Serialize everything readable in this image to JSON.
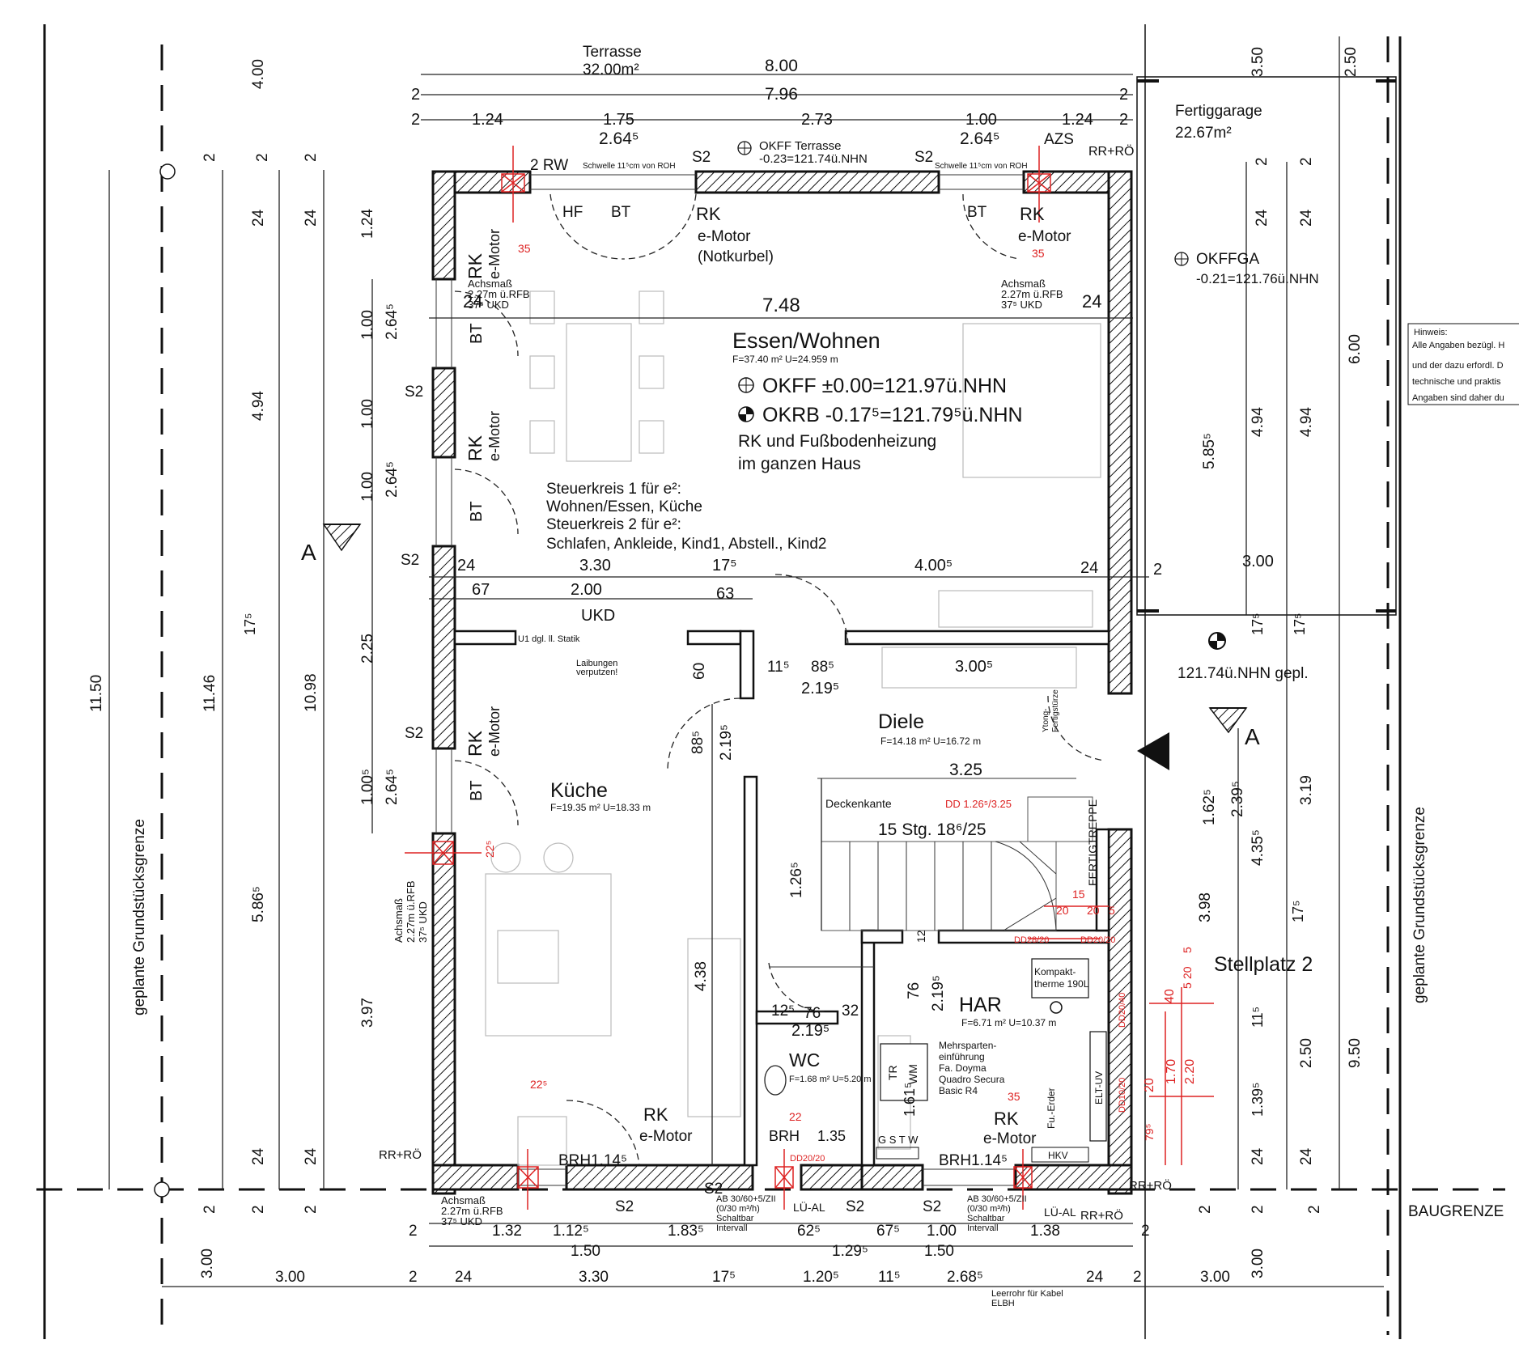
{
  "top": {
    "terrace_label": "Terrasse",
    "terrace_area": "32.00m²",
    "width_total": "8.00",
    "width_inner": "7.96",
    "edge_2a": "2",
    "edge_2b": "2",
    "seg": [
      "1.24",
      "1.75",
      "2.73",
      "1.00",
      "1.24"
    ],
    "sub": [
      "2.64⁵",
      "2.64⁵"
    ],
    "s2": "S2",
    "rw": "2 RW",
    "azs": "AZS",
    "rr_ro": "RR+RÖ",
    "okff_terrasse": "OKFF Terrasse",
    "okff_terrasse_val": "-0.23=121.74ü.NHN",
    "schwelle": "Schwelle 11⁵cm von ROH",
    "e2": "e²"
  },
  "garage": {
    "label": "Fertiggarage",
    "area": "22.67m²",
    "okffga": "OKFFGA",
    "okffga_val": "-0.21=121.76ü.NHN",
    "dim_350": "3.50",
    "dim_250": "2.50",
    "dim_600": "6.00",
    "dim_585": "5.85⁵",
    "dim_494a": "4.94",
    "dim_494b": "4.94",
    "dim_2": "2",
    "dim_24": "24",
    "dim_300": "3.00",
    "dim_175": "17⁵"
  },
  "hinweis": {
    "title": "Hinweis:",
    "lines": [
      "Alle Angaben bezügl. H",
      "und der dazu erfordl. D",
      "technische und praktis",
      "Angaben sind daher du"
    ]
  },
  "rooms": {
    "essen": {
      "name": "Essen/Wohnen",
      "area": "F=37.40 m² U=24.959 m",
      "okff": "OKFF ±0.00=121.97ü.NHN",
      "okrb": "OKRB -0.17⁵=121.79⁵ü.NHN",
      "rk1": "RK und Fußbodenheizung",
      "rk2": "im ganzen Haus"
    },
    "steuer": [
      "Steuerkreis 1 für e²:",
      "Wohnen/Essen, Küche",
      "Steuerkreis 2 für e²:",
      "Schlafen, Ankleide, Kind1, Abstell., Kind2"
    ],
    "kueche": {
      "name": "Küche",
      "area": "F=19.35 m² U=18.33 m"
    },
    "diele": {
      "name": "Diele",
      "area": "F=14.18 m² U=16.72 m"
    },
    "har": {
      "name": "HAR",
      "area": "F=6.71 m² U=10.37 m"
    },
    "wc": {
      "name": "WC",
      "area": "F=1.68 m² U=5.20 m"
    }
  },
  "labels": {
    "rk": "RK",
    "emotor": "e-Motor",
    "notkurbel": "(Notkurbel)",
    "hf": "HF",
    "bt": "BT",
    "achsmass": "Achsmaß",
    "achsmass_v1": "2.27m ü.RFB",
    "achsmass_v2": "37⁵ UKD",
    "ukd": "UKD",
    "u1": "U1 dgl. ll. Statik",
    "laibungen1": "Laibungen",
    "laibungen2": "verputzen!",
    "ytong1": "Ytong-",
    "ytong2": "Fertigstürze",
    "deckenkante": "Deckenkante",
    "dd1": "DD 1.26⁵/3.25",
    "stg": "15 Stg. 18⁶/25",
    "fertigtreppe": "FERTIGTREPPE",
    "kompakt1": "Kompakt-",
    "kompakt2": "therme 190L",
    "mehrsparten": [
      "Mehrsparten-",
      "einführung",
      "Fa. Doyma",
      "Quadro Secura",
      "Basic R4"
    ],
    "trwm1": "TR",
    "trwm2": "WM",
    "gstw": "G S T W",
    "elt": "ELT-UV",
    "fu": "Fu.-Erder",
    "hkv": "HKV",
    "brh1": "BRH1.14⁵",
    "brh2": "BRH",
    "brh2v": "1.35",
    "brh3": "BRH1.14⁵",
    "ab1": [
      "AB 30/60+5/ZII",
      "(0/30 m³/h)",
      "Schaltbar",
      "Intervall"
    ],
    "lueal": "LÜ-AL",
    "dd2020": "DD20/20",
    "dd2820": "DD28/20",
    "dd2040": "DD20/40",
    "dd1020": "DD10/20",
    "stellplatz": "Stellplatz 2",
    "gepl": "121.74ü.NHN gepl.",
    "grenze": "geplante Grundstücksgrenze",
    "baugrenze": "BAUGRENZE",
    "section": "A",
    "leerrohr1": "Leerrohr für Kabel",
    "leerrohr2": "ELBH"
  },
  "dims": {
    "d748": "7.48",
    "d24": "24",
    "d330": "3.30",
    "d175": "17⁵",
    "d4005": "4.00⁵",
    "d67": "67",
    "d200": "2.00",
    "d63": "63",
    "d60": "60",
    "d115": "11⁵",
    "d885": "88⁵",
    "d2195": "2.19⁵",
    "d3005": "3.00⁵",
    "d325": "3.25",
    "d1265": "1.26⁵",
    "d438": "4.38",
    "d125": "12⁵",
    "d76": "76",
    "d32": "32",
    "d161": "1.61⁵",
    "d35": "35",
    "d225": "22⁵",
    "d22": "22",
    "d15": "15",
    "d20": "20",
    "d5": "5",
    "d12": "12",
    "left": [
      "4.00",
      "1.24",
      "1.00",
      "2.64⁵",
      "1.00",
      "1.00",
      "2.64⁵",
      "4.94",
      "2.25",
      "1.00⁵",
      "2.64⁵",
      "5.86⁵",
      "3.97",
      "10.98",
      "11.46",
      "11.50",
      "17⁵",
      "24",
      "2",
      "3.00"
    ],
    "right": [
      "1.62⁵",
      "2.39⁵",
      "3.19",
      "4.35⁵",
      "3.98",
      "17⁵",
      "11⁵",
      "1.39⁵",
      "2.50",
      "9.50",
      "1.70",
      "2.20",
      "40",
      "20",
      "79⁵",
      "5",
      "20",
      "5"
    ],
    "bottom1": [
      "1.32",
      "1.12⁵",
      "1.83⁵",
      "62⁵",
      "67⁵",
      "1.00",
      "1.38"
    ],
    "bottom2": [
      "1.50",
      "1.29⁵",
      "1.50"
    ],
    "bottom3": [
      "3.00",
      "2",
      "24",
      "3.30",
      "17⁵",
      "1.20⁵",
      "11⁵",
      "2.68⁵",
      "24",
      "2",
      "3.00"
    ]
  }
}
